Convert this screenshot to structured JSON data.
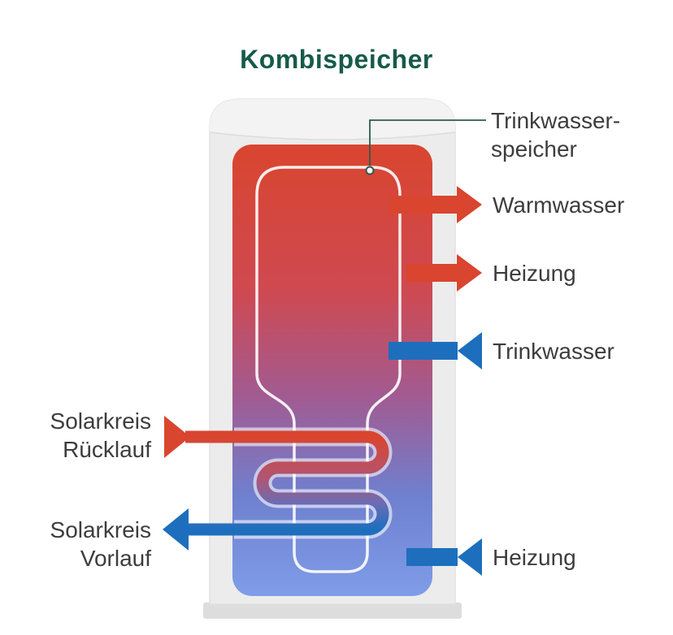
{
  "title": "Kombispeicher",
  "labels": {
    "inner_tank": {
      "line1": "Trinkwasser-",
      "line2": "speicher"
    },
    "warmwasser": "Warmwasser",
    "heizung_top": "Heizung",
    "trinkwasser": "Trinkwasser",
    "heizung_bottom": "Heizung",
    "solar_ruecklauf": {
      "line1": "Solarkreis",
      "line2": "Rücklauf"
    },
    "solar_vorlauf": {
      "line1": "Solarkreis",
      "line2": "Vorlauf"
    }
  },
  "colors": {
    "title": "#175a49",
    "label": "#3d3d3d",
    "red": "#d9452f",
    "blue": "#1d6fbd",
    "leader": "#2e5b4c",
    "tank_body": "#ececec",
    "tank_cap": "#f3f3f3",
    "tank_seam": "#dcdcdc",
    "tank_stroke": "#e2e2e2",
    "tank_base": "#dddddd",
    "inner_outline": "rgba(255,255,255,0.9)",
    "gradient": {
      "top": "#d9452f",
      "upper": "#cf4950",
      "mid": "#a15b92",
      "lower": "#6f80cf",
      "bottom": "#7f9de8"
    },
    "coil": {
      "top": "#d9452f",
      "mid1": "#b05573",
      "mid2": "#6a6cb5",
      "bottom": "#1d6fbd"
    }
  }
}
